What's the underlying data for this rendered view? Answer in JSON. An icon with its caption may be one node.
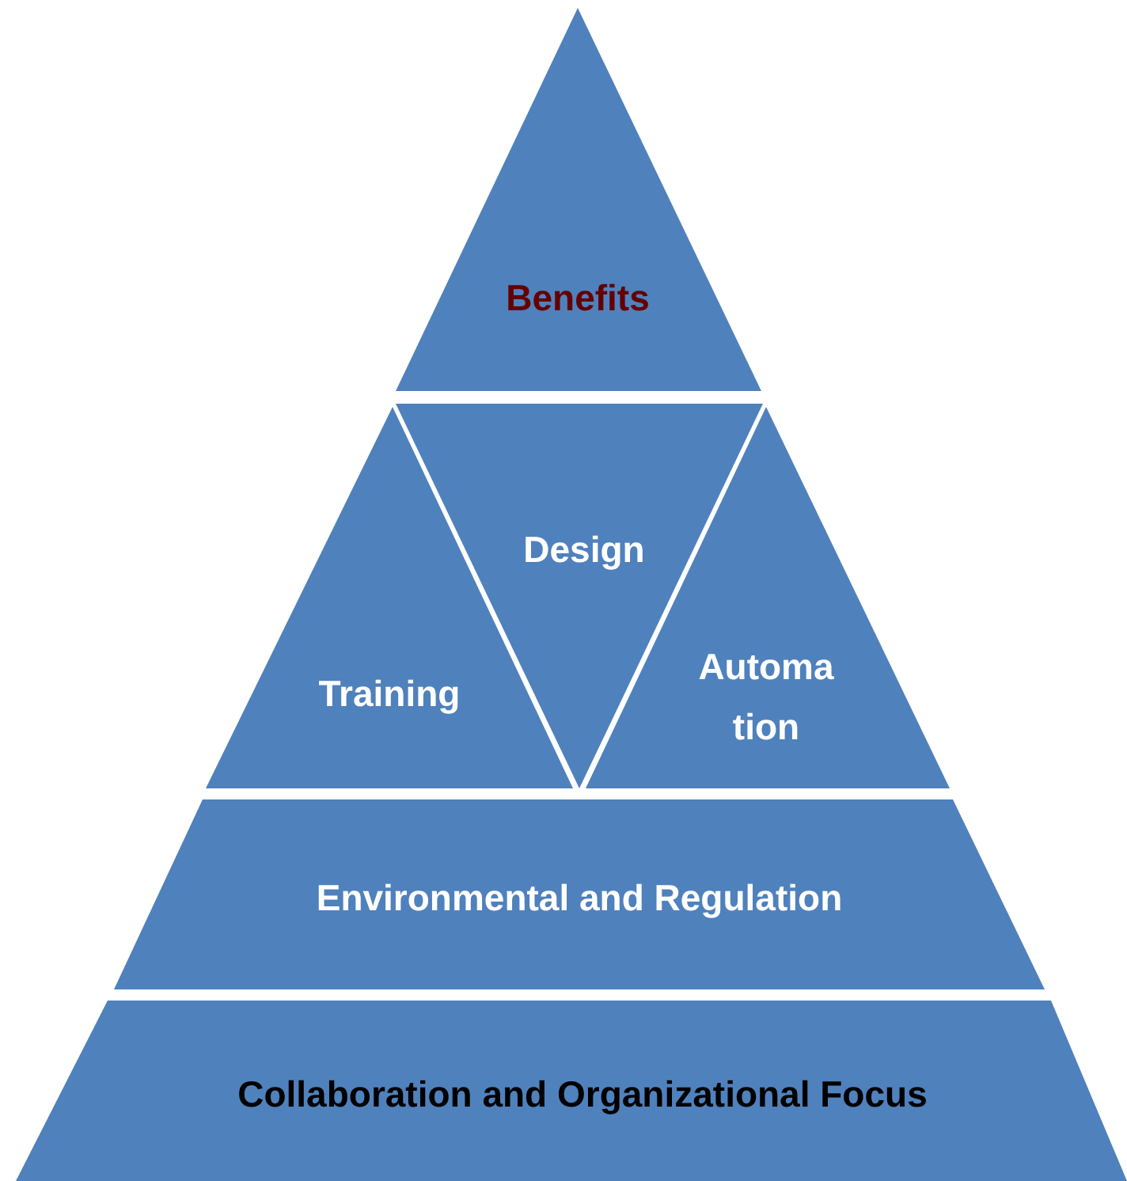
{
  "diagram": {
    "nodes": [
      {
        "text": [
          "Benefits"
        ]
      },
      {
        "text": [
          "Training"
        ]
      },
      {
        "text": [
          "Design"
        ]
      },
      {
        "text": [
          "Automa tion"
        ]
      },
      {
        "text": [
          "Environmental and Regulation"
        ]
      },
      {
        "text": [
          "Collaboration and Organizational Focus"
        ]
      }
    ]
  }
}
